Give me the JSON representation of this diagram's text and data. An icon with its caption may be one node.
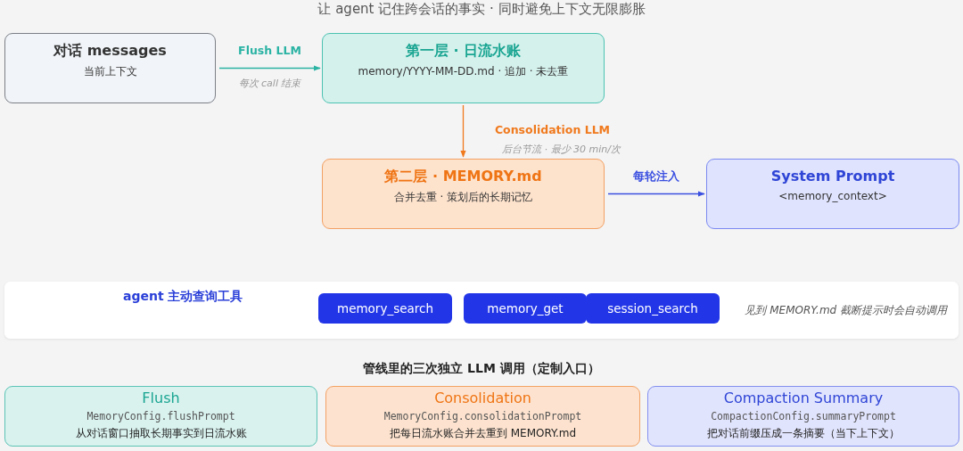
{
  "diagram": {
    "title": "让 agent 记住跨会话的事实 · 同时避免上下文无限膨胀",
    "nodes": [
      {
        "text": [
          "对话 messages",
          "当前上下文"
        ]
      },
      {
        "text": [
          "第一层 · 日流水账",
          "memory/YYYY-MM-DD.md · 追加 · 未去重"
        ]
      },
      {
        "text": [
          "第二层 · MEMORY.md",
          "合并去重 · 策划后的长期记忆"
        ]
      },
      {
        "text": [
          "System Prompt",
          "<memory_context>"
        ]
      },
      {
        "text": [
          "agent 主动查询工具",
          "见到 MEMORY.md 截断提示时会自动调用"
        ]
      },
      {
        "text": [
          "memory_search"
        ],
        "in": 4
      },
      {
        "text": [
          "memory_get"
        ],
        "in": 4
      },
      {
        "text": [
          "session_search"
        ],
        "in": 4
      },
      {
        "text": [
          "Flush",
          "MemoryConfig.flushPrompt",
          "从对话窗口抽取长期事实到日流水账"
        ]
      },
      {
        "text": [
          "Consolidation",
          "MemoryConfig.consolidationPrompt",
          "把每日流水账合并去重到 MEMORY.md"
        ]
      },
      {
        "text": [
          "Compaction Summary",
          "CompactionConfig.summaryPrompt",
          "把对话前缀压成一条摘要（当下上下文）"
        ]
      }
    ],
    "edges": [
      {
        "from": 0,
        "to": 1,
        "arrow": "to",
        "label": "Flush LLM",
        "color": "#2bb3a3"
      },
      {
        "from": 1,
        "to": 2,
        "arrow": "to",
        "label": "Consolidation LLM",
        "color": "#f07a1e"
      },
      {
        "from": 2,
        "to": 3,
        "arrow": "to",
        "label": "每轮注入",
        "color": "#3a4fe0"
      }
    ],
    "labels": [
      "每次 call 结束",
      "后台节流 · 最少 30 min/次",
      "管线里的三次独立 LLM 调用（定制入口）"
    ]
  }
}
